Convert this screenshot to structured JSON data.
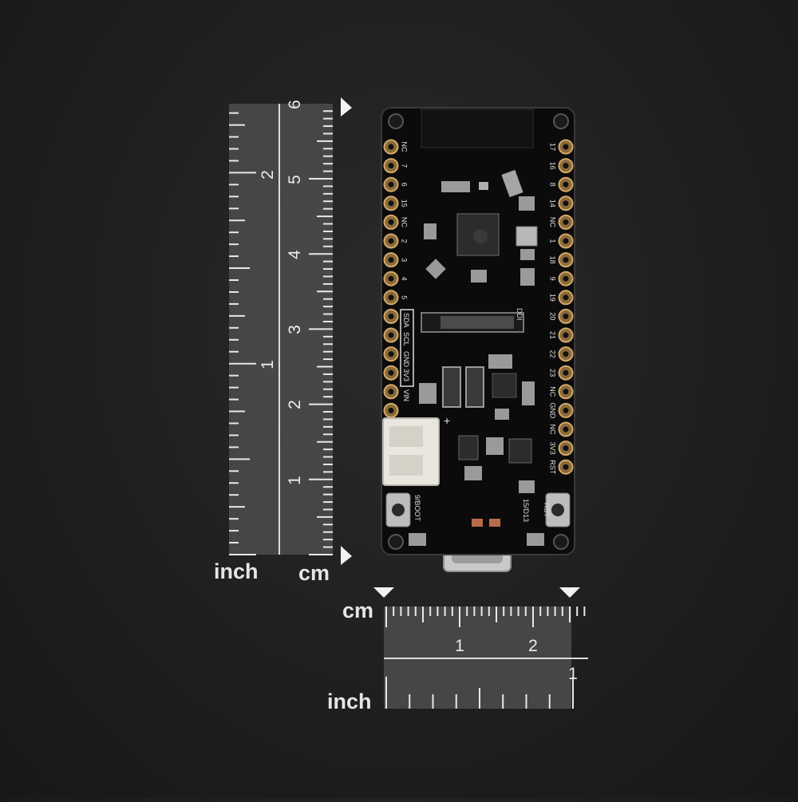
{
  "photo": {
    "subject": "dev-board-photo",
    "vertical_ruler": {
      "cm_ticks": [
        "1",
        "2",
        "3",
        "4",
        "5",
        "6"
      ],
      "inch_ticks": [
        "1",
        "2"
      ],
      "unit_labels": {
        "inch": "inch",
        "cm": "cm"
      }
    },
    "horizontal_ruler": {
      "cm_ticks": [
        "1",
        "2"
      ],
      "inch_ticks": [
        "1"
      ],
      "unit_labels": {
        "cm": "cm",
        "inch": "inch"
      }
    },
    "board": {
      "left_pins": [
        "NC",
        "7",
        "6",
        "15",
        "NC",
        "2",
        "3",
        "4",
        "5"
      ],
      "right_pins": [
        "17",
        "16",
        "8",
        "14",
        "NC",
        "1",
        "18",
        "9",
        "19",
        "20",
        "21",
        "22",
        "23",
        "NC",
        "GND",
        "NC",
        "3V3",
        "RST"
      ],
      "i2c_labels": [
        "SDA",
        "SCL",
        "GND",
        "3V3"
      ],
      "vin_label": "VIN",
      "plus_label": "+",
      "ffc_label": "DDI",
      "boot_label": "9/BOOT",
      "rst_label": "RST",
      "gpio_label": "15/D13"
    }
  }
}
